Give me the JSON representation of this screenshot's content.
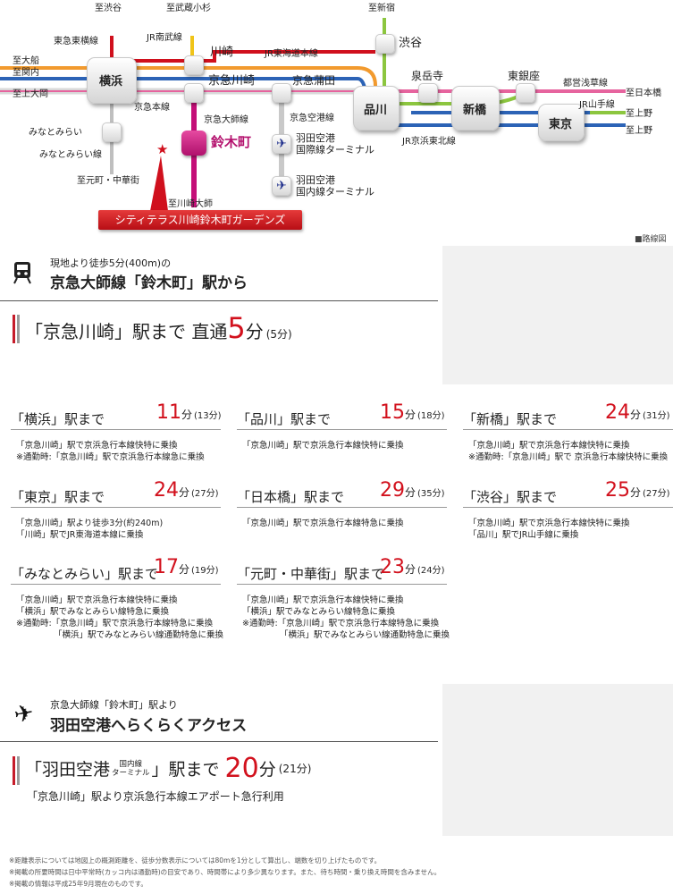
{
  "colors": {
    "red": "#d0101d",
    "blue": "#2c63b6",
    "orange": "#f29a2e",
    "green": "#8cc63f",
    "pink": "#e6649e",
    "magenta": "#c40f78",
    "keikyu_gray": "#b8b8b8"
  },
  "map": {
    "legend_note": "■路線図",
    "stations": {
      "yokohama": "横浜",
      "kawasaki": "川崎",
      "keikyu_kawasaki": "京急川崎",
      "keikyu_kamata": "京急蒲田",
      "shinagawa": "品川",
      "sengakuji": "泉岳寺",
      "shimbashi": "新橋",
      "higashi_ginza": "東銀座",
      "tokyo": "東京",
      "shibuya": "渋谷",
      "suzukicho": "鈴木町",
      "haneda_intl": "羽田空港\n国際線ターミナル",
      "haneda_dom": "羽田空港\n国内線ターミナル"
    },
    "line_labels": {
      "toyoko": "東急東横線",
      "nambu": "JR南武線",
      "tokaido": "JR東海道本線",
      "keikyu_main": "京急本線",
      "daishi": "京急大師線",
      "airport": "京急空港線",
      "minatomirai": "みなとみらい線",
      "keihin_tohoku": "JR京浜東北線",
      "asakusa": "都営浅草線",
      "yamanote": "JR山手線"
    },
    "directions": {
      "shibuya": "至渋谷",
      "musashikosugi": "至武蔵小杉",
      "shinjuku": "至新宿",
      "ofuna": "至大船",
      "zushi": "至関内",
      "kamiooka": "至上大岡",
      "minatomirai": "みなとみらい",
      "motomachi": "至元町・中華街",
      "kawasaki_daishi": "至川崎大師",
      "nihonbashi": "至日本橋",
      "ueno1": "至上野",
      "ueno2": "至上野"
    },
    "property": "シティテラス川崎鈴木町ガーデンズ"
  },
  "section1": {
    "sub": "現地より徒歩5分(400m)の",
    "title": "京急大師線「鈴木町」駅から",
    "headline_dest": "「京急川崎」駅まで 直通",
    "headline_min": "5",
    "headline_unit": "分",
    "headline_paren": "(5分)"
  },
  "routes": [
    {
      "dest": "「横浜」駅まで",
      "min": "11",
      "unit": "分",
      "paren": "(13分)",
      "notes": [
        "「京急川崎」駅で京浜急行本線快特に乗換",
        "※通勤時:「京急川崎」駅で京浜急行本線急に乗換"
      ]
    },
    {
      "dest": "「品川」駅まで",
      "min": "15",
      "unit": "分",
      "paren": "(18分)",
      "notes": [
        "「京急川崎」駅で京浜急行本線快特に乗換"
      ]
    },
    {
      "dest": "「新橋」駅まで",
      "min": "24",
      "unit": "分",
      "paren": "(31分)",
      "notes": [
        "「京急川崎」駅で京浜急行本線快特に乗換",
        "※通勤時:「京急川崎」駅で 京浜急行本線快特に乗換"
      ]
    },
    {
      "dest": "「東京」駅まで",
      "min": "24",
      "unit": "分",
      "paren": "(27分)",
      "notes": [
        "「京急川崎」駅より徒歩3分(約240m)",
        "「川崎」駅でJR東海道本線に乗換"
      ]
    },
    {
      "dest": "「日本橋」駅まで",
      "min": "29",
      "unit": "分",
      "paren": "(35分)",
      "notes": [
        "「京急川崎」駅で京浜急行本線特急に乗換"
      ]
    },
    {
      "dest": "「渋谷」駅まで",
      "min": "25",
      "unit": "分",
      "paren": "(27分)",
      "notes": [
        "「京急川崎」駅で京浜急行本線快特に乗換",
        "「品川」駅でJR山手線に乗換"
      ]
    },
    {
      "dest": "「みなとみらい」駅まで",
      "min": "17",
      "unit": "分",
      "paren": "(19分)",
      "notes": [
        "「京急川崎」駅で京浜急行本線快特に乗換",
        "「横浜」駅でみなとみらい線特急に乗換",
        "※通勤時:「京急川崎」駅で京浜急行本線特急に乗換",
        "「横浜」駅でみなとみらい線通勤特急に乗換"
      ]
    },
    {
      "dest": "「元町・中華街」駅まで",
      "min": "23",
      "unit": "分",
      "paren": "(24分)",
      "notes": [
        "「京急川崎」駅で京浜急行本線快特に乗換",
        "「横浜」駅でみなとみらい線特急に乗換",
        "※通勤時:「京急川崎」駅で京浜急行本線特急に乗換",
        "「横浜」駅でみなとみらい線通勤特急に乗換"
      ]
    }
  ],
  "section2": {
    "sub": "京急大師線「鈴木町」駅より",
    "title": "羽田空港へらくらくアクセス",
    "dest_pre": "「羽田空港",
    "dest_small1": "国内線",
    "dest_small2": "ターミナル",
    "dest_post": "」駅まで",
    "min": "20",
    "unit": "分",
    "paren": "(21分)",
    "note": "「京急川崎」駅より京浜急行本線エアポート急行利用"
  },
  "footnotes": [
    "※距離表示については地図上の概測距離を、徒歩分数表示については80mを1分として算出し、端数を切り上げたものです。",
    "※掲載の所要時間は日中平常時(カッコ内は通勤時)の目安であり、時間帯により多少異なります。また、待ち時間・乗り換え時間を含みません。",
    "※掲載の情報は平成25年9月現在のものです。"
  ]
}
